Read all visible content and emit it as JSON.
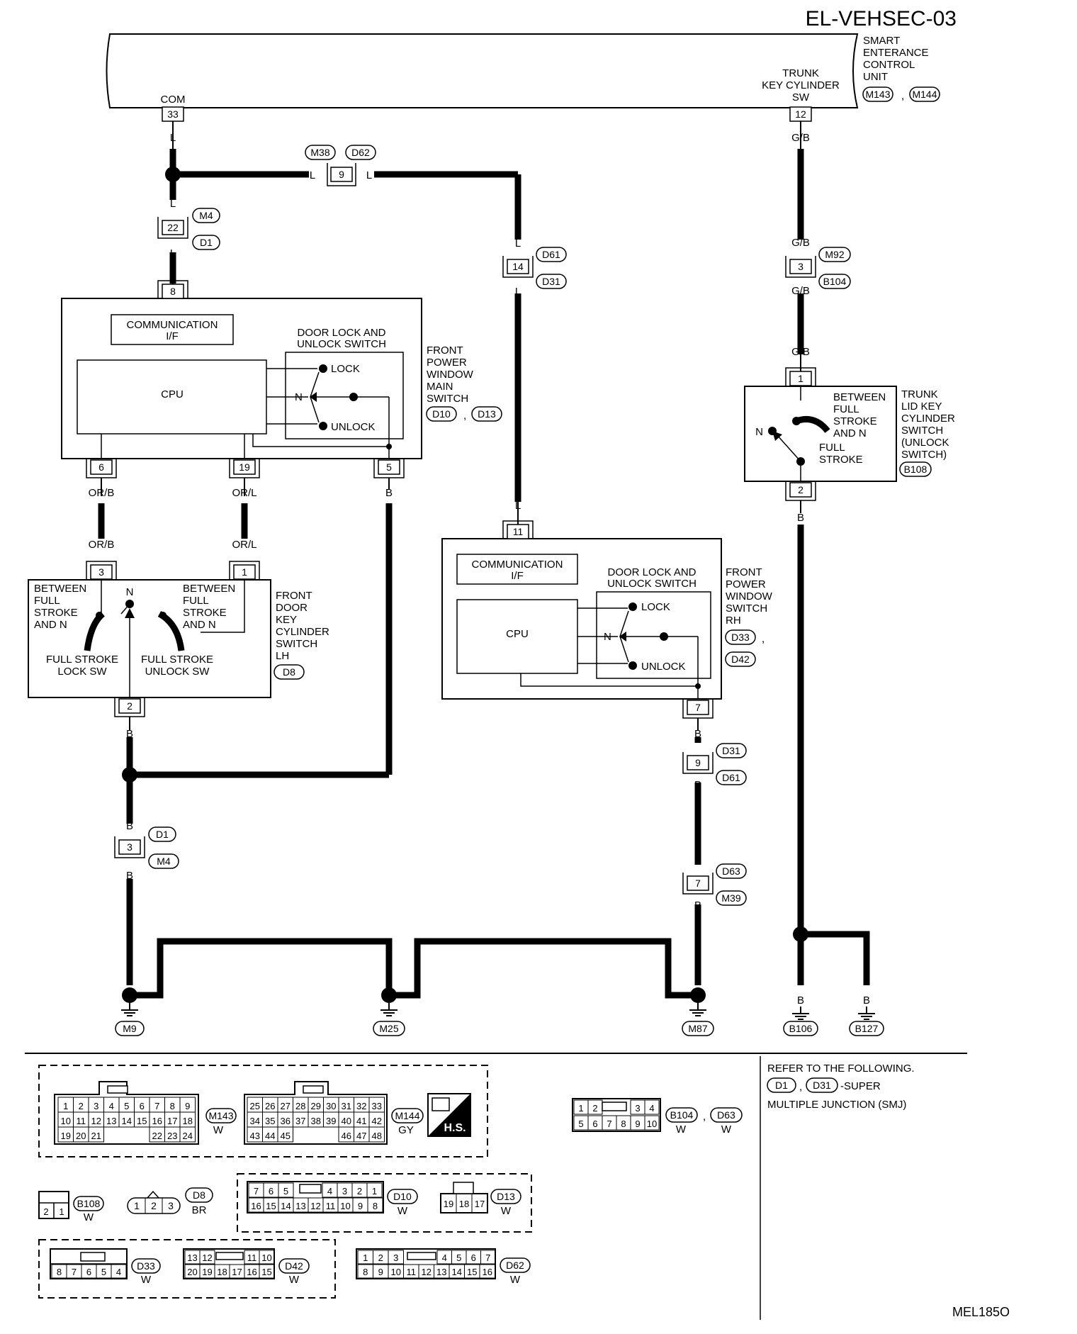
{
  "title": "EL-VEHSEC-03",
  "figure_code": "MEL185O",
  "control_unit": {
    "name": [
      "SMART",
      "ENTERANCE",
      "CONTROL",
      "UNIT"
    ],
    "connectors": [
      "M143",
      "M144"
    ],
    "com_label": "COM",
    "com_pin": "33",
    "trunk_label": [
      "TRUNK",
      "KEY CYLINDER",
      "SW"
    ],
    "trunk_pin": "12"
  },
  "wires": {
    "L": "L",
    "GB": "G/B",
    "ORB": "OR/B",
    "ORL": "OR/L",
    "B": "B"
  },
  "joints": {
    "m38_d62": {
      "pin": "9",
      "a": "M38",
      "b": "D62"
    },
    "m4_d1": {
      "pin": "22",
      "a": "M4",
      "b": "D1"
    },
    "d61_d31": {
      "pin": "14",
      "a": "D61",
      "b": "D31"
    },
    "m92_b104": {
      "pin": "3",
      "a": "M92",
      "b": "B104"
    },
    "d31_d61": {
      "pin": "9",
      "a": "D31",
      "b": "D61"
    },
    "d63_m39": {
      "pin": "7",
      "a": "D63",
      "b": "M39"
    },
    "d1_m4": {
      "pin": "3",
      "a": "D1",
      "b": "M4"
    }
  },
  "main_switch": {
    "name": [
      "FRONT",
      "POWER",
      "WINDOW",
      "MAIN",
      "SWITCH"
    ],
    "connectors": [
      "D10",
      "D13"
    ],
    "comm_if": [
      "COMMUNICATION",
      "I/F"
    ],
    "cpu": "CPU",
    "door_switch": [
      "DOOR LOCK AND",
      "UNLOCK SWITCH"
    ],
    "lock": "LOCK",
    "n": "N",
    "unlock": "UNLOCK",
    "pins": {
      "top": "8",
      "p6": "6",
      "p19": "19",
      "p5": "5"
    }
  },
  "rh_switch": {
    "name": [
      "FRONT",
      "POWER",
      "WINDOW",
      "SWITCH",
      "RH"
    ],
    "connectors": [
      "D33",
      "D42"
    ],
    "comm_if": [
      "COMMUNICATION",
      "I/F"
    ],
    "cpu": "CPU",
    "door_switch": [
      "DOOR LOCK AND",
      "UNLOCK SWITCH"
    ],
    "lock": "LOCK",
    "n": "N",
    "unlock": "UNLOCK",
    "pins": {
      "top": "11",
      "bottom": "7"
    }
  },
  "key_cyl_lh": {
    "name": [
      "FRONT",
      "DOOR",
      "KEY",
      "CYLINDER",
      "SWITCH",
      "LH"
    ],
    "connector": "D8",
    "between_left": [
      "BETWEEN",
      "FULL",
      "STROKE",
      "AND N"
    ],
    "between_right": [
      "BETWEEN",
      "FULL",
      "STROKE",
      "AND N"
    ],
    "n": "N",
    "lock_sw": [
      "FULL STROKE",
      "LOCK SW"
    ],
    "unlock_sw": [
      "FULL STROKE",
      "UNLOCK SW"
    ],
    "pins": {
      "p3": "3",
      "p1": "1",
      "p2": "2"
    }
  },
  "trunk_switch": {
    "name": [
      "TRUNK",
      "LID KEY",
      "CYLINDER",
      "SWITCH",
      "(UNLOCK",
      "SWITCH)"
    ],
    "connector": "B108",
    "between": [
      "BETWEEN",
      "FULL",
      "STROKE",
      "AND N"
    ],
    "n": "N",
    "full": [
      "FULL",
      "STROKE"
    ],
    "pins": {
      "p1": "1",
      "p2": "2"
    }
  },
  "grounds": [
    "M9",
    "M25",
    "M87",
    "B106",
    "B127"
  ],
  "refer_note": {
    "line1": "REFER TO THE FOLLOWING.",
    "c1": "D1",
    "c2": "D31",
    "suffix": "-SUPER",
    "line3": "MULTIPLE JUNCTION (SMJ)"
  },
  "hs_mark": "H.S.",
  "connector_views": {
    "m143": {
      "id": "M143",
      "color": "W",
      "rows": [
        [
          "1",
          "2",
          "3",
          "4",
          "5",
          "6",
          "7",
          "8",
          "9"
        ],
        [
          "10",
          "11",
          "12",
          "13",
          "14",
          "15",
          "16",
          "17",
          "18"
        ],
        [
          "19",
          "20",
          "21",
          "",
          "",
          "",
          "22",
          "23",
          "24"
        ]
      ]
    },
    "m144": {
      "id": "M144",
      "color": "GY",
      "rows": [
        [
          "25",
          "26",
          "27",
          "28",
          "29",
          "30",
          "31",
          "32",
          "33"
        ],
        [
          "34",
          "35",
          "36",
          "37",
          "38",
          "39",
          "40",
          "41",
          "42"
        ],
        [
          "43",
          "44",
          "45",
          "",
          "",
          "",
          "46",
          "47",
          "48"
        ]
      ]
    },
    "b104": {
      "id": "B104",
      "color": "W",
      "top": [
        "1",
        "2",
        "3",
        "4"
      ],
      "bottom": [
        "5",
        "6",
        "7",
        "8",
        "9",
        "10"
      ]
    },
    "d63": {
      "id": "D63",
      "color": "W"
    },
    "b108": {
      "id": "B108",
      "color": "W",
      "pins": [
        "2",
        "1"
      ]
    },
    "d8": {
      "id": "D8",
      "color": "BR",
      "pins": [
        "1",
        "2",
        "3"
      ]
    },
    "d10": {
      "id": "D10",
      "color": "W",
      "top": [
        "7",
        "6",
        "5",
        "4",
        "3",
        "2",
        "1"
      ],
      "bottom": [
        "16",
        "15",
        "14",
        "13",
        "12",
        "11",
        "10",
        "9",
        "8"
      ]
    },
    "d13": {
      "id": "D13",
      "color": "W",
      "pins": [
        "19",
        "18",
        "17"
      ]
    },
    "d33": {
      "id": "D33",
      "color": "W",
      "bottom": [
        "8",
        "7",
        "6",
        "5",
        "4"
      ]
    },
    "d42": {
      "id": "D42",
      "color": "W",
      "top": [
        "13",
        "12",
        "11",
        "10"
      ],
      "bottom": [
        "20",
        "19",
        "18",
        "17",
        "16",
        "15"
      ]
    },
    "d62": {
      "id": "D62",
      "color": "W",
      "top": [
        "1",
        "2",
        "3",
        "4",
        "5",
        "6",
        "7"
      ],
      "bottom": [
        "8",
        "9",
        "10",
        "11",
        "12",
        "13",
        "14",
        "15",
        "16"
      ]
    }
  }
}
